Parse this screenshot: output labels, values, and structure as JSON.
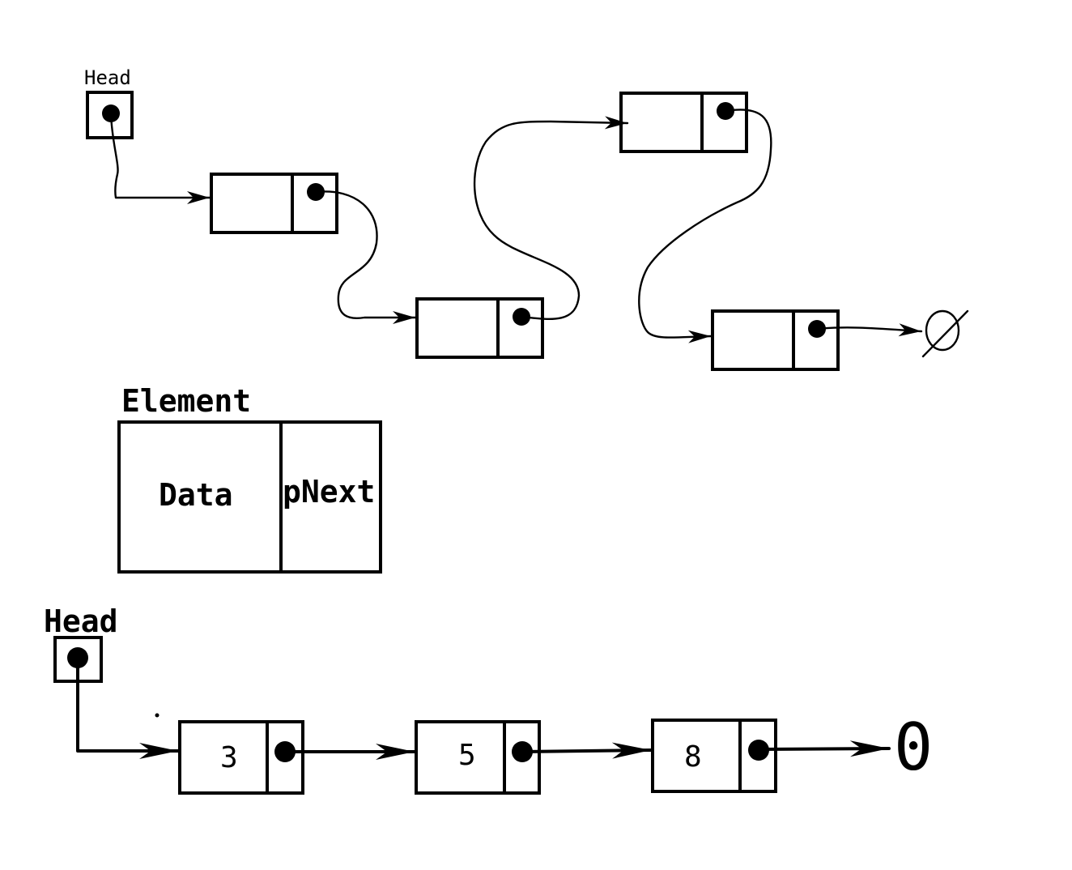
{
  "top_list": {
    "head_label": "Head",
    "null_symbol": "∅"
  },
  "legend": {
    "title": "Element",
    "data_label": "Data",
    "next_label": "pNext"
  },
  "bottom_list": {
    "head_label": "Head",
    "values": [
      "3",
      "5",
      "8"
    ],
    "null_symbol": "0"
  }
}
